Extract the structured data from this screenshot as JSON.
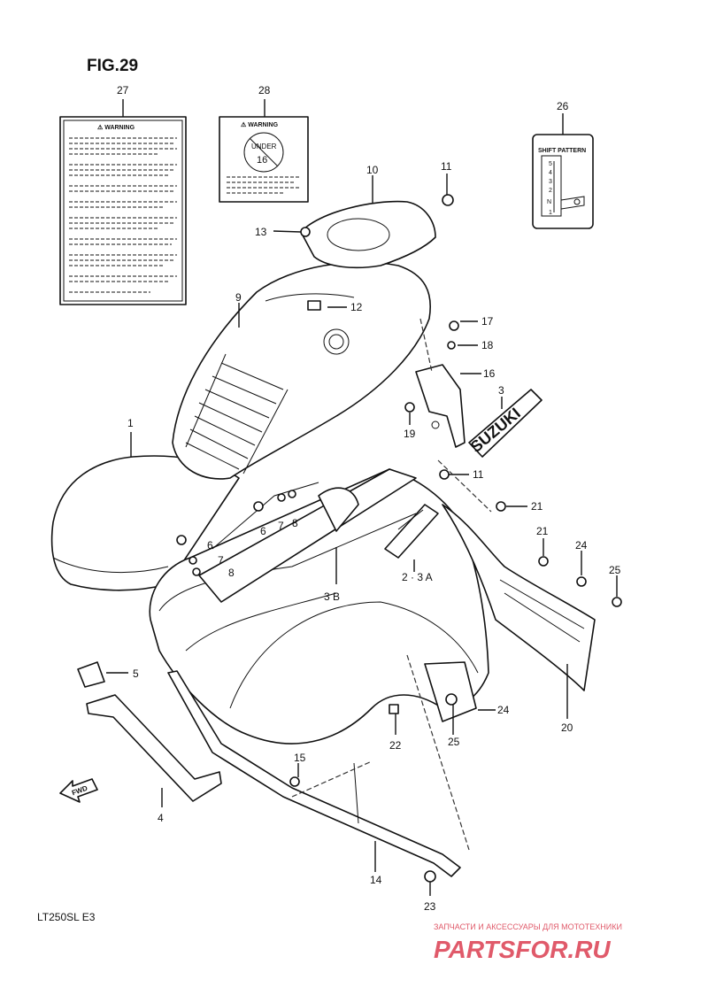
{
  "figure": "FIG.29",
  "model": "LT250SL  E3",
  "watermark": {
    "top": "ЗАПЧАСТИ И АКСЕССУАРЫ ДЛЯ МОТОТЕХНИКИ",
    "brand": "PARTSFOR.RU",
    "brand_color": "#e05a6a"
  },
  "direction_marker": "FWD",
  "labels": {
    "warning_27": "⚠ WARNING",
    "warning_28": "⚠ WARNING",
    "under_line1": "UNDER",
    "under_line2": "16",
    "shift_title": "SHIFT PATTERN",
    "shift_gears": [
      "5",
      "4",
      "3",
      "2",
      "N",
      "1"
    ],
    "suzuki": "SUZUKI"
  },
  "callouts": [
    "1",
    "2 · 3 A",
    "3",
    "3 B",
    "4",
    "5",
    "6",
    "6",
    "7",
    "7",
    "8",
    "8",
    "9",
    "10",
    "11",
    "11",
    "12",
    "13",
    "14",
    "15",
    "16",
    "17",
    "18",
    "19",
    "20",
    "21",
    "21",
    "22",
    "23",
    "24",
    "24",
    "25",
    "25",
    "26",
    "27",
    "28"
  ]
}
